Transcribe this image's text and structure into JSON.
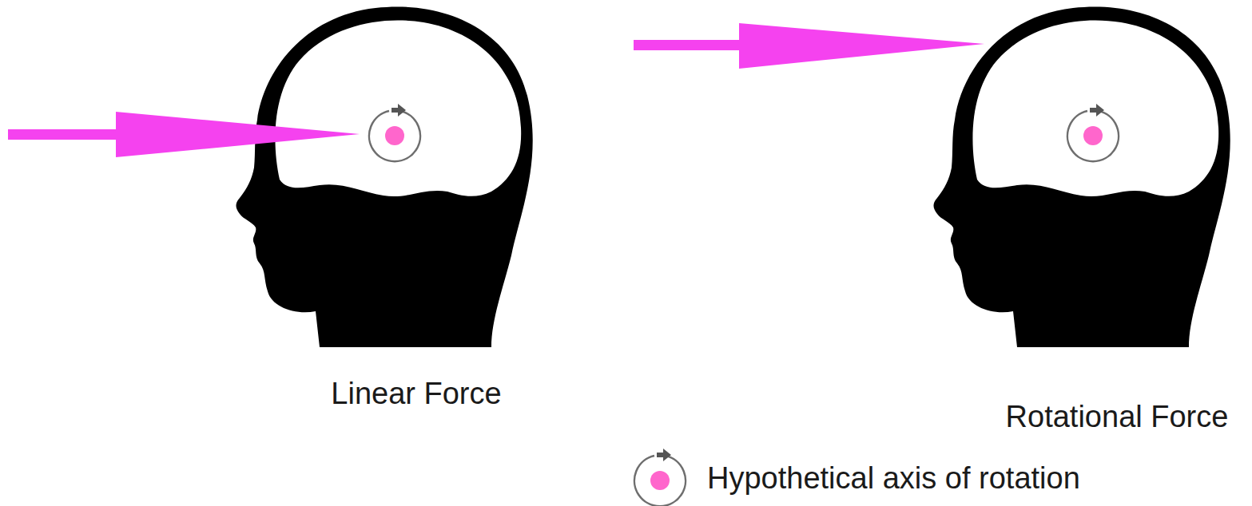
{
  "diagram": {
    "labels": [
      "Linear Force",
      "Rotational Force"
    ],
    "legend": [
      {
        "text": "Hypothetical axis of rotation"
      }
    ]
  }
}
